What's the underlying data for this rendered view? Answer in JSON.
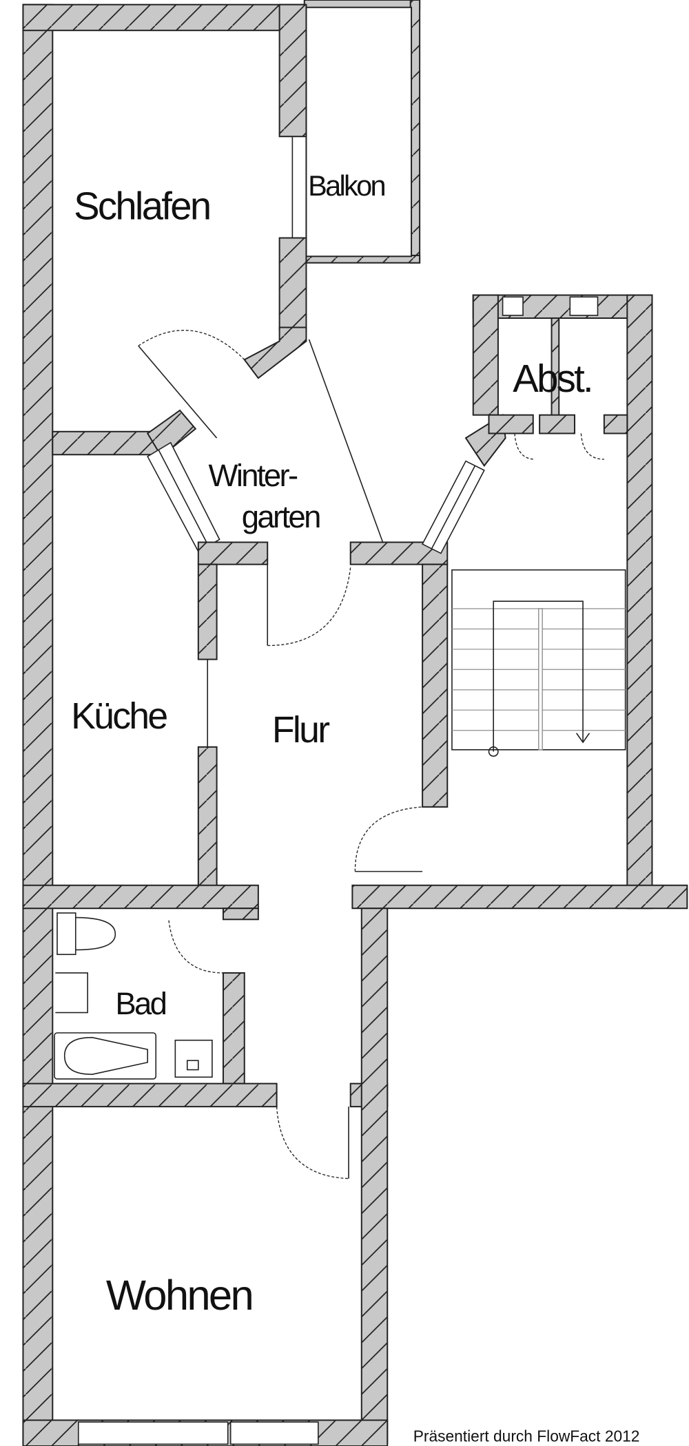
{
  "plan": {
    "rooms": {
      "schlafen": "Schlafen",
      "balkon": "Balkon",
      "abst": "Abst.",
      "winter_1": "Winter-",
      "winter_2": "garten",
      "kueche": "Küche",
      "flur": "Flur",
      "bad": "Bad",
      "wohnen": "Wohnen"
    },
    "credit": "Präsentiert durch FlowFact 2012",
    "colors": {
      "wall_fill": "#c8c8c8",
      "line": "#222222",
      "background": "#ffffff"
    }
  }
}
